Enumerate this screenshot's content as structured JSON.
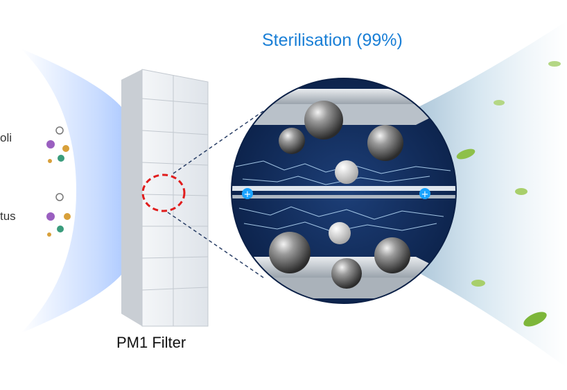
{
  "title": "Sterilisation (99%)",
  "filter_label": "PM1 Filter",
  "left_labels": [
    "oli",
    "tus"
  ],
  "colors": {
    "title_blue": "#1a7fd6",
    "highlight_red": "#e11d1d",
    "zoom_bg": "#0e2a55"
  }
}
